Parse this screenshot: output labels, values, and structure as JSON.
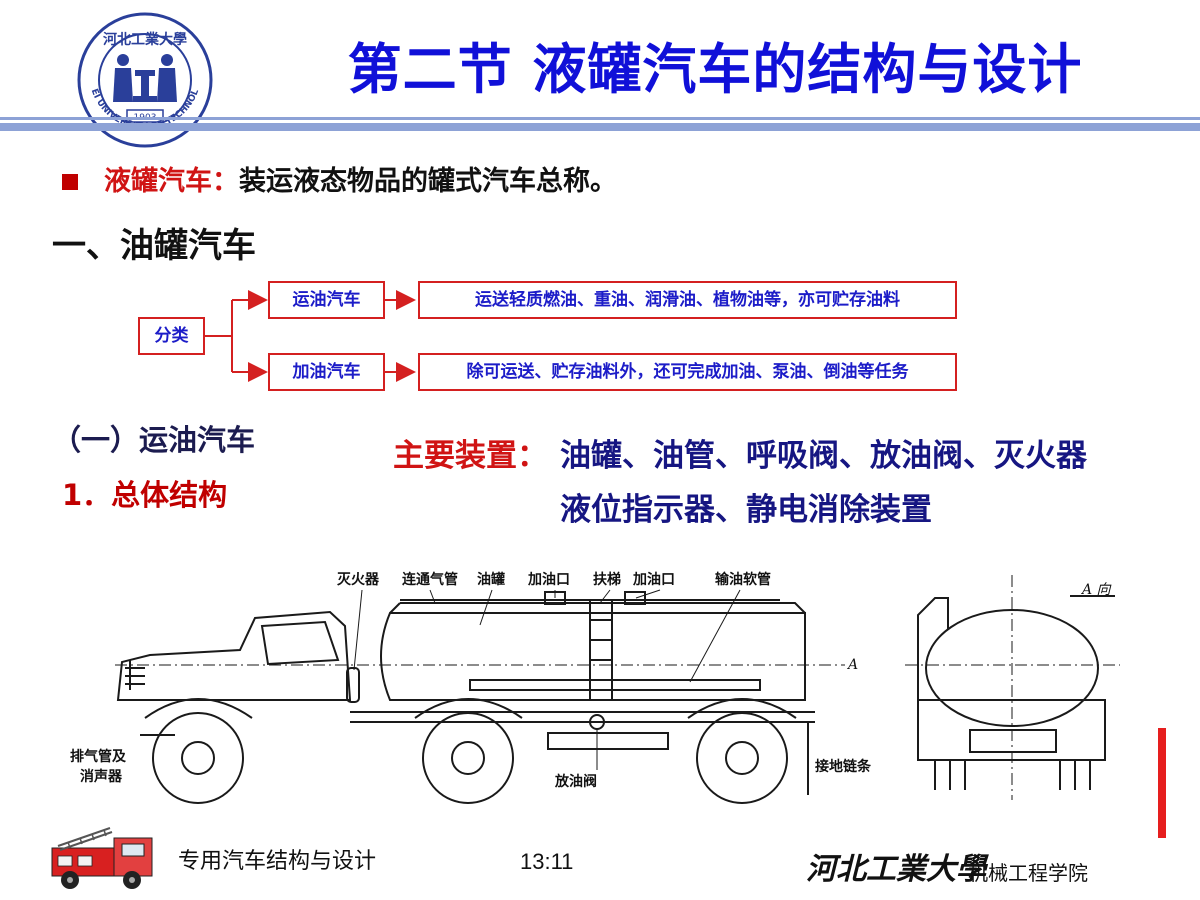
{
  "header": {
    "title": "第二节 液罐汽车的结构与设计",
    "logo": {
      "icon": "university-seal",
      "ring_text": "HEBEI UNIVERSITY OF TECHNOLOGY",
      "top_text": "河北工業大學",
      "year": "1903"
    }
  },
  "content": {
    "definition": {
      "term": "液罐汽车：",
      "text": "装运液态物品的罐式汽车总称。"
    },
    "section_heading": "一、油罐汽车",
    "classification": {
      "root": "分类",
      "branches": [
        {
          "label": "运油汽车",
          "desc": "运送轻质燃油、重油、润滑油、植物油等，亦可贮存油料"
        },
        {
          "label": "加油汽车",
          "desc": "除可运送、贮存油料外，还可完成加油、泵油、倒油等任务"
        }
      ]
    },
    "subsection": "（一）运油汽车",
    "subsubsection": "1．总体结构",
    "devices": {
      "label": "主要装置：",
      "line1": "油罐、油管、呼吸阀、放油阀、灭火器",
      "line2": "液位指示器、静电消除装置"
    }
  },
  "figure": {
    "labels": {
      "extinguisher": "灭火器",
      "vent_pipe": "连通气管",
      "tank": "油罐",
      "filler1": "加油口",
      "ladder": "扶梯",
      "filler2": "加油口",
      "hose": "输油软管",
      "exhaust_l1": "排气管及",
      "exhaust_l2": "消声器",
      "drain_valve": "放油阀",
      "ground_chain": "接地链条",
      "section_a": "A",
      "view_a": "A 向"
    }
  },
  "footer": {
    "course": "专用汽车结构与设计",
    "time": "13:11",
    "university": "河北工業大學",
    "department": "机械工程学院"
  },
  "colors": {
    "title": "#1010d8",
    "accent_red": "#d01414",
    "box_border": "#d42020",
    "box_text": "#1c1cc8",
    "device_text": "#161682"
  }
}
